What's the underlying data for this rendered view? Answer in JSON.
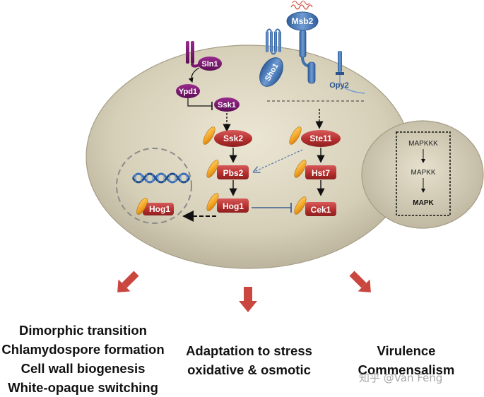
{
  "receptors": {
    "sln1": "Sln1",
    "msb2": "Msb2",
    "sho1": "Sho1",
    "opy2": "Opy2"
  },
  "hog_pathway": {
    "ypd1": "Ypd1",
    "ssk1": "Ssk1",
    "ssk2": "Ssk2",
    "pbs2": "Pbs2",
    "hog1": "Hog1"
  },
  "cek_pathway": {
    "ste11": "Ste11",
    "hst7": "Hst7",
    "cek1": "Cek1"
  },
  "nucleus": {
    "hog1": "Hog1"
  },
  "legend": {
    "mapkkk": "MAPKKK",
    "mapkk": "MAPKK",
    "mapk": "MAPK"
  },
  "outcomes": {
    "left": [
      "Dimorphic transition",
      "Chlamydospore formation",
      "Cell wall biogenesis",
      "White-opaque switching"
    ],
    "middle": [
      "Adaptation to stress",
      "oxidative & osmotic"
    ],
    "right": [
      "Virulence",
      "Commensalism"
    ]
  },
  "watermark": "知乎 @Van Feng",
  "colors": {
    "cell": "#d9d3bf",
    "kinase_red": "#b8393a",
    "sensor_purple": "#7a1570",
    "membrane_blue": "#3e72b0",
    "phospho_orange": "#f0a020",
    "arrow_red": "#c9473f"
  }
}
